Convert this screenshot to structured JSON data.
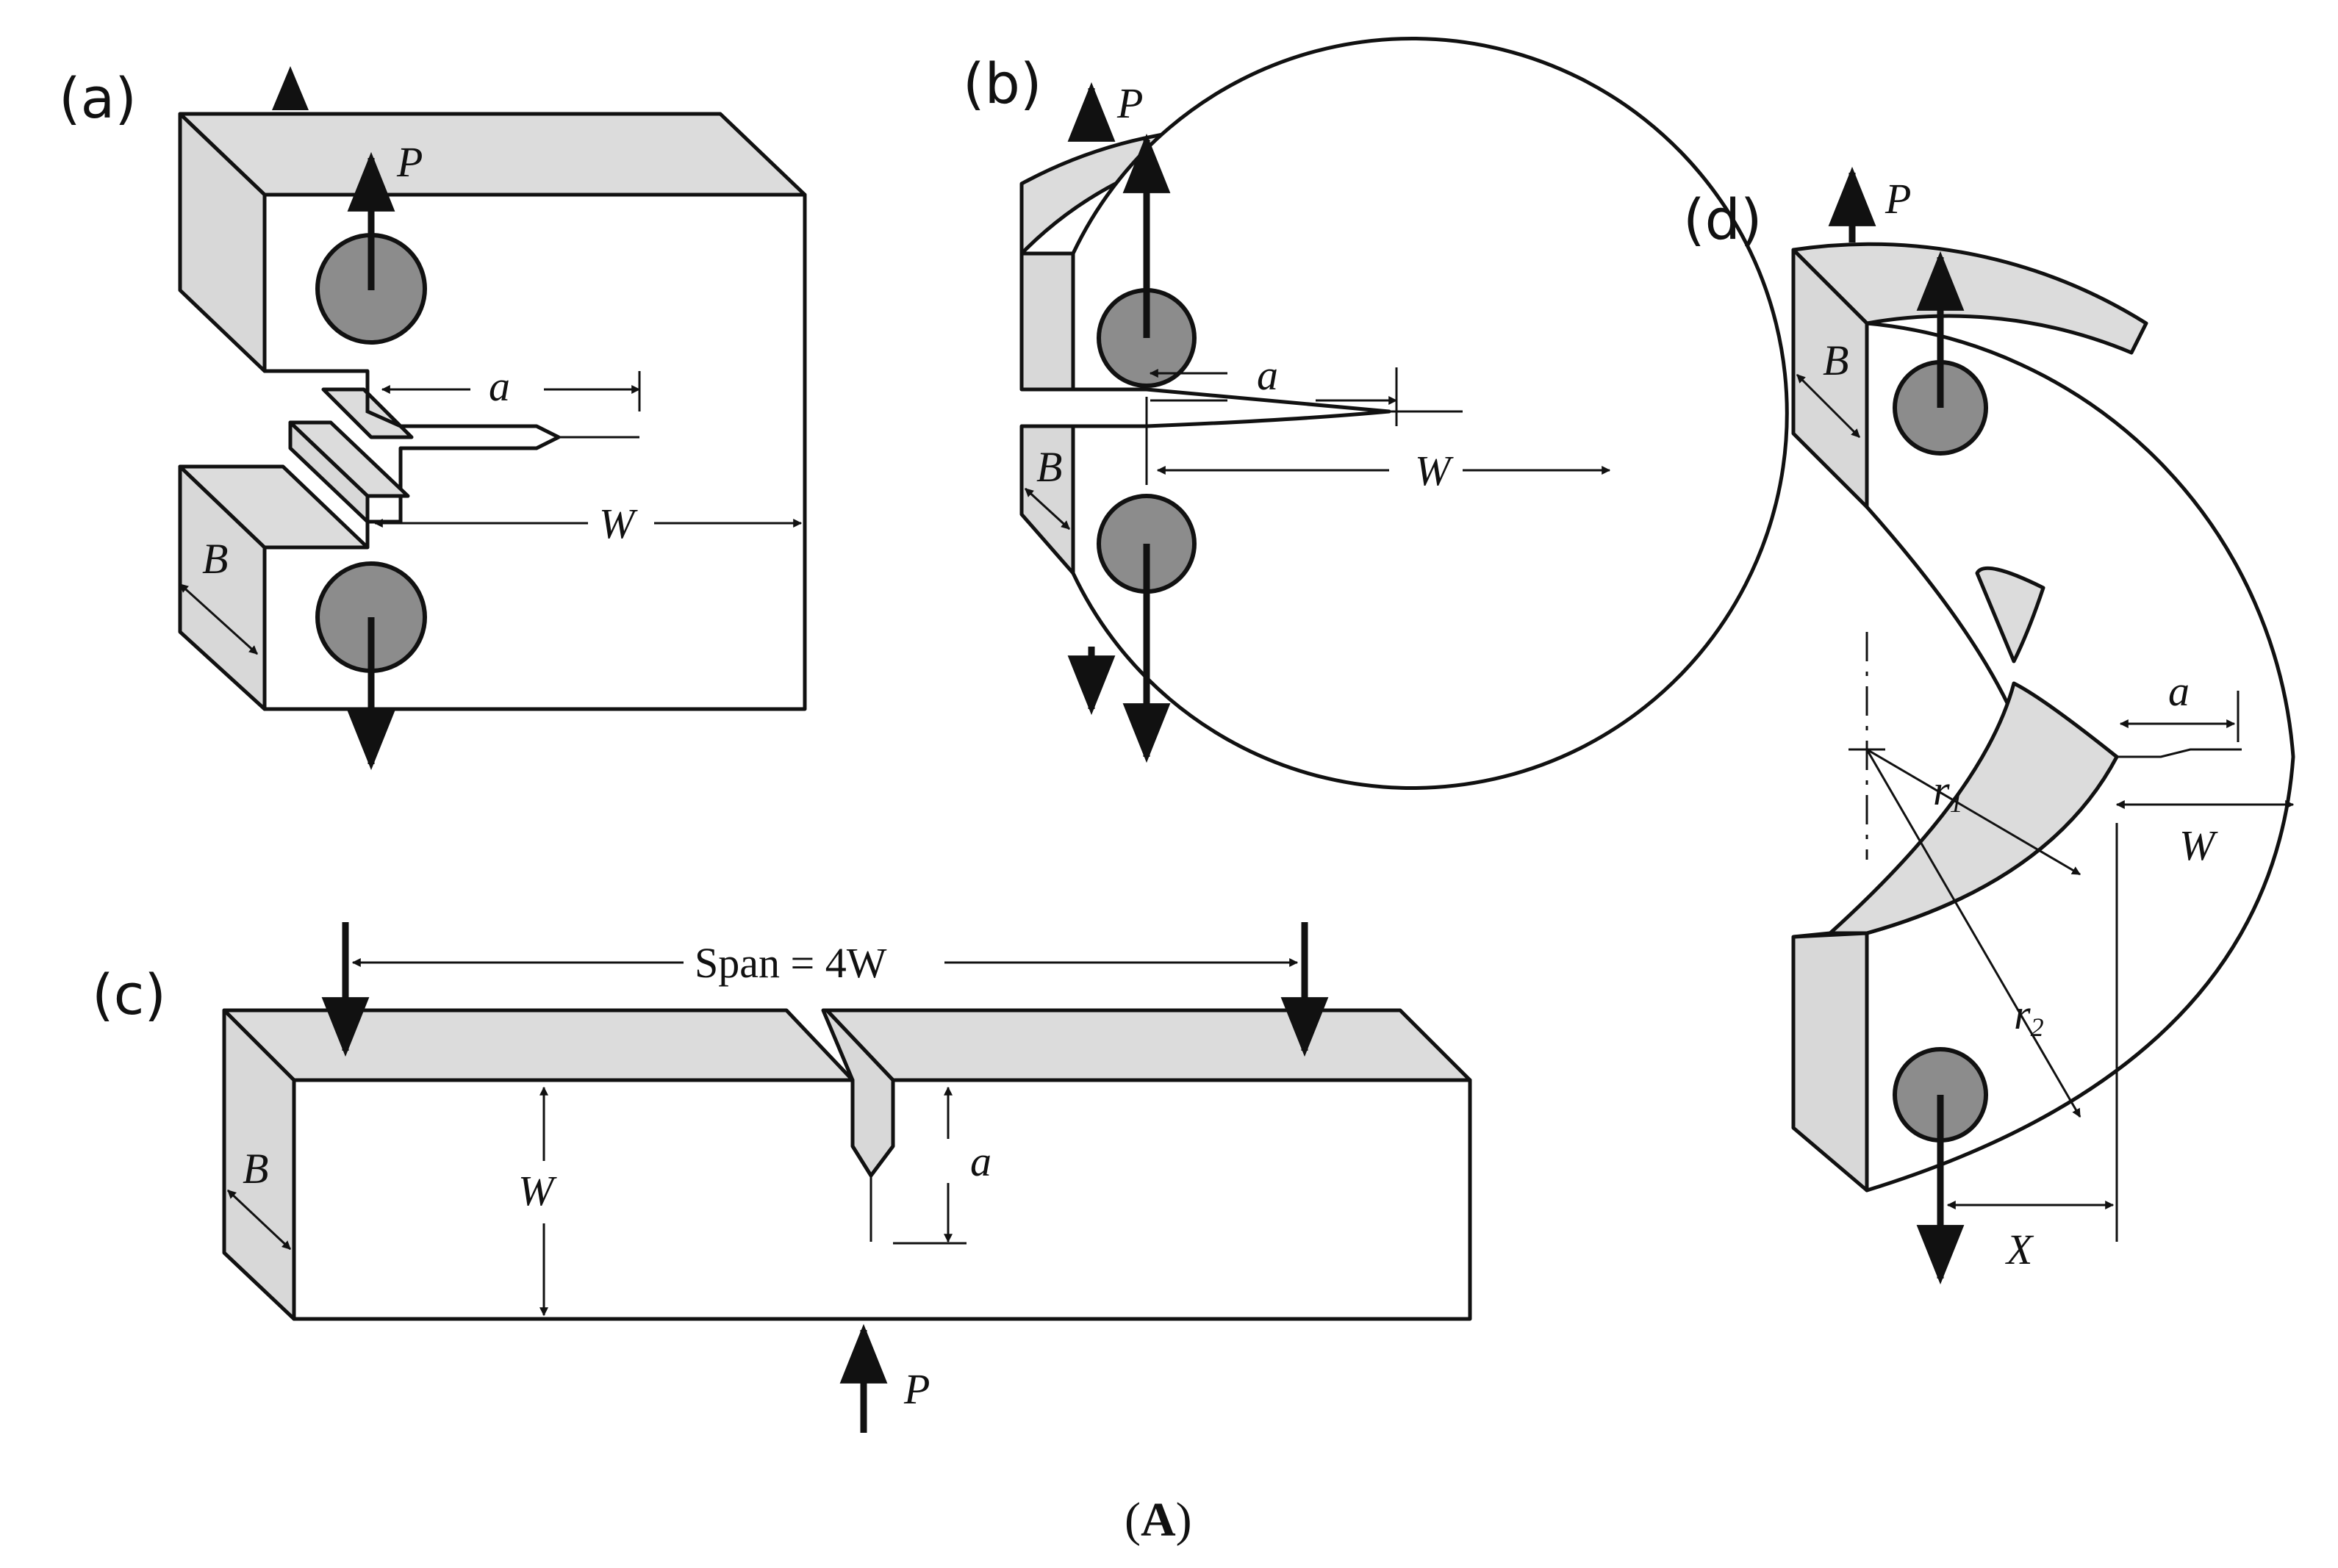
{
  "figure": {
    "caption": "(A)",
    "panels": {
      "a": {
        "label": "(a)",
        "load": "P",
        "crack_length": "a",
        "width": "W",
        "thickness": "B"
      },
      "b": {
        "label": "(b)",
        "load": "P",
        "crack_length": "a",
        "width": "W",
        "thickness": "B"
      },
      "c": {
        "label": "(c)",
        "load": "P",
        "crack_length": "a",
        "width": "W",
        "thickness": "B",
        "span": "Span = 4W"
      },
      "d": {
        "label": "(d)",
        "load": "P",
        "crack_length": "a",
        "width": "W",
        "thickness": "B",
        "inner_radius": "r",
        "inner_radius_sub": "1",
        "outer_radius": "r",
        "outer_radius_sub": "2",
        "offset": "X"
      }
    }
  }
}
